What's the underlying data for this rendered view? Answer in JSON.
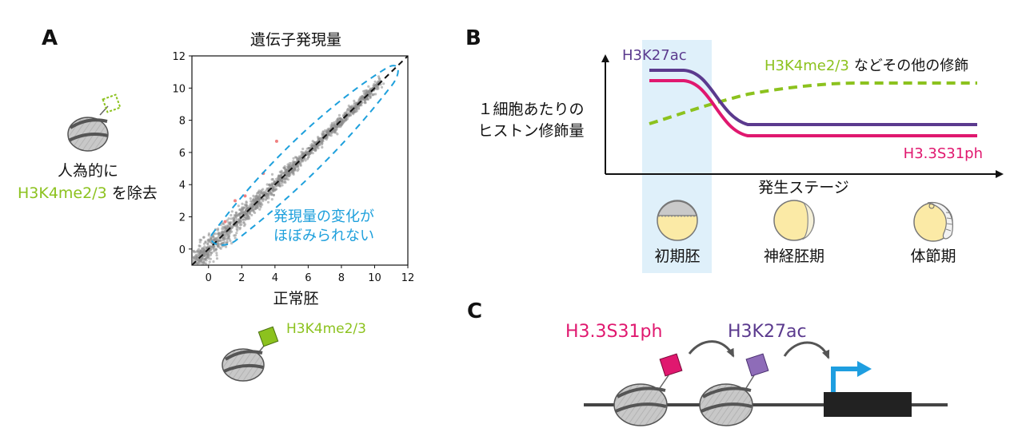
{
  "panels": {
    "A": {
      "letter": "A",
      "left_label_line1": "人為的に",
      "left_label_green": "H3K4me2/3",
      "left_label_tail": "を除去",
      "bottom_mark_label": "H3K4me2/3",
      "annotation_line1": "発現量の変化が",
      "annotation_line2": "ほぼみられない"
    },
    "B": {
      "letter": "B",
      "ylabel_line1": "１細胞あたりの",
      "ylabel_line2": "ヒストン修飾量",
      "xlabel": "発生ステージ",
      "series_h3k27ac": "H3K27ac",
      "series_h3k4_green": "H3K4me2/3",
      "series_h3k4_tail": "などその他の修飾",
      "series_h33s31ph": "H3.3S31ph",
      "stages": [
        "初期胚",
        "神経胚期",
        "体節期"
      ]
    },
    "C": {
      "letter": "C",
      "mark1": "H3.3S31ph",
      "mark2": "H3K27ac"
    }
  },
  "colors": {
    "purple": "#5b3a8e",
    "magenta": "#e0186f",
    "green": "#8cc21e",
    "blue_dash": "#1ea0dc",
    "highlight": "#dff0fa",
    "gray_points": "#8c8c8c",
    "arrow_blue": "#1e9ee0",
    "gene_box": "#222222"
  },
  "chart_data": {
    "type": "scatter",
    "title": "遺伝子発現量",
    "xlabel": "正常胚",
    "ylabel": "",
    "xlim": [
      -1,
      12
    ],
    "ylim": [
      -1,
      12
    ],
    "xticks": [
      0,
      2,
      4,
      6,
      8,
      10,
      12
    ],
    "yticks": [
      0,
      2,
      4,
      6,
      8,
      10,
      12
    ],
    "diagonal": "y = x (dashed)",
    "description_points": "dense gray cloud of genes clustered along y = x from about 0 to 11, with a few red outlier points",
    "outliers_approx": [
      [
        4.1,
        6.7
      ],
      [
        2.2,
        3.3
      ],
      [
        1.6,
        3.0
      ],
      [
        3.3,
        4.7
      ],
      [
        1.0,
        1.7
      ]
    ]
  }
}
